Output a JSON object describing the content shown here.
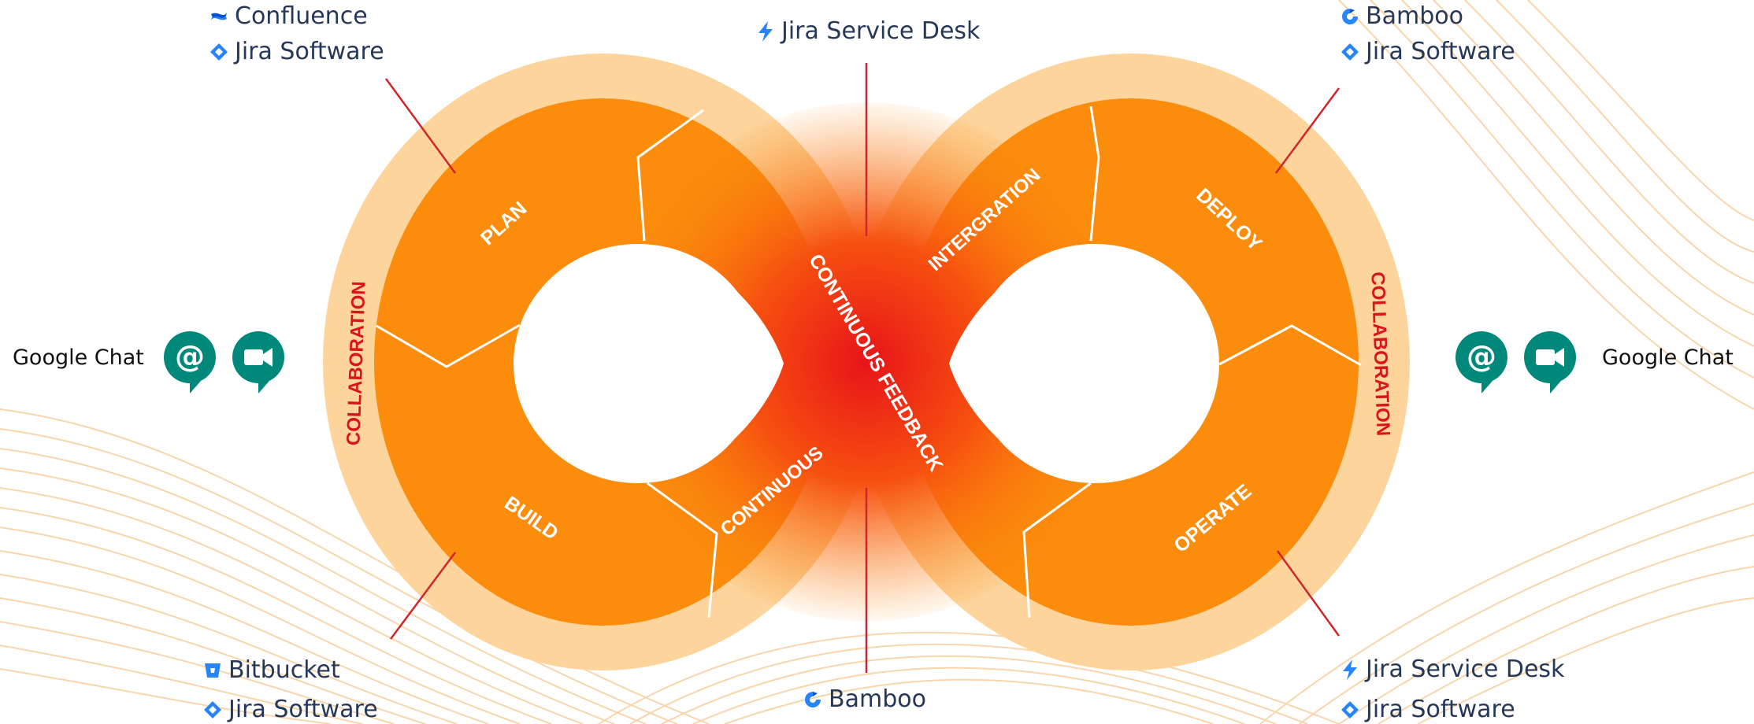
{
  "stages": {
    "plan": "PLAN",
    "build": "BUILD",
    "continuous": "CONTINUOUS",
    "integration": "INTERGRATION",
    "deploy": "DEPLOY",
    "operate": "OPERATE",
    "feedback": "CONTINUOUS FEEDBACK",
    "collaboration_left": "COLLABORATION",
    "collaboration_right": "COLLABORATION"
  },
  "tools": {
    "top_left": [
      "Confluence",
      "Jira Software"
    ],
    "top_center": [
      "Jira Service Desk"
    ],
    "top_right": [
      "Bamboo",
      "Jira Software"
    ],
    "bottom_left": [
      "Bitbucket",
      "Jira Software"
    ],
    "bottom_center": [
      "Bamboo"
    ],
    "bottom_right": [
      "Jira Service Desk",
      "Jira Software"
    ]
  },
  "chat": {
    "left_label": "Google Chat",
    "right_label": "Google Chat"
  },
  "icons": {
    "confluence": "confluence-icon",
    "jira_software": "jira-software-icon",
    "jira_service_desk": "jira-service-desk-icon",
    "bamboo": "bamboo-icon",
    "bitbucket": "bitbucket-icon",
    "google_chat": "google-chat-icon",
    "google_meet": "google-meet-icon"
  },
  "colors": {
    "ring_outer": "#fcd49c",
    "ring_inner": "#fb8c0c",
    "feedback_red": "#e8151a",
    "collab_text": "#d8141c",
    "tool_text": "#253858",
    "atlassian_blue": "#2684ff",
    "google_chat_green": "#00897b"
  }
}
